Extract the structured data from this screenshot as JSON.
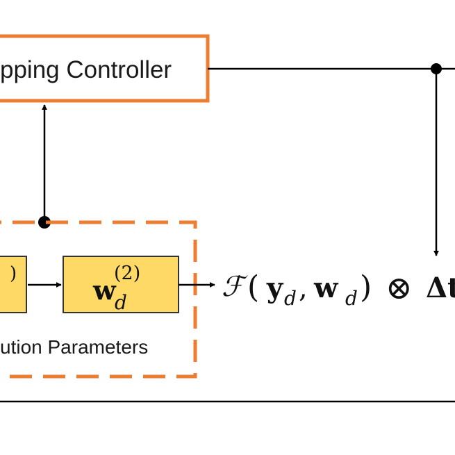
{
  "controller": {
    "label": "pping Controller",
    "border_color": "#ED7D31"
  },
  "parameters_group": {
    "label": "ution Parameters",
    "border_color": "#ED7D31"
  },
  "blocks": {
    "left_superscript": ")",
    "w2": {
      "base": "w",
      "subscript": "d",
      "superscript": "(2)",
      "fill_color": "#FFD966"
    }
  },
  "output_expression": {
    "func": "ℱ",
    "open": "(",
    "y": "y",
    "y_sub": "d",
    "comma": ",",
    "w": "w",
    "w_sub": "d",
    "close": ")",
    "otimes": "⊗",
    "delta": "Δt"
  }
}
